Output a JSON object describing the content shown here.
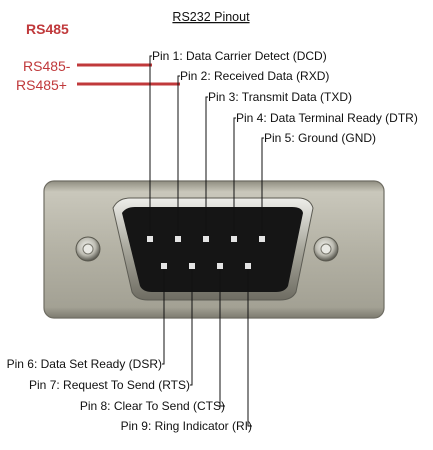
{
  "title": "RS232 Pinout",
  "rs485": {
    "heading": "RS485",
    "minus_label": "RS485-",
    "plus_label": "RS485+",
    "color": "#c0393b"
  },
  "pins_top": [
    {
      "label": "Pin 1: Data Carrier Detect (DCD)"
    },
    {
      "label": "Pin 2: Received Data (RXD)"
    },
    {
      "label": "Pin 3: Transmit Data (TXD)"
    },
    {
      "label": "Pin 4: Data Terminal Ready (DTR)"
    },
    {
      "label": "Pin 5: Ground (GND)"
    }
  ],
  "pins_bottom": [
    {
      "label": "Pin 6: Data Set Ready (DSR)"
    },
    {
      "label": "Pin 7: Request To Send (RTS)"
    },
    {
      "label": "Pin 8: Clear To Send (CTS)"
    },
    {
      "label": "Pin 9: Ring Indicator (RI)"
    }
  ],
  "colors": {
    "leader_line": "#111111",
    "shell": "#b3b1a4",
    "insulator": "#151515",
    "pin_contact": "#e4e4e4"
  }
}
